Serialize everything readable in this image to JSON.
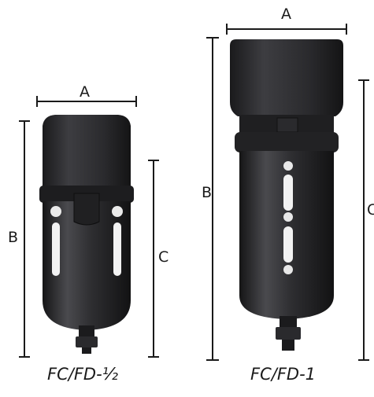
{
  "colors": {
    "body": "#2b2b2d",
    "body_light": "#4a4a4e",
    "body_dark": "#151516",
    "sight_glass": "#f2f2f2",
    "dimension_line": "#1a1a1a",
    "background": "#ffffff"
  },
  "products": [
    {
      "caption": "FC/FD-½",
      "dimensions": {
        "width": "A",
        "height_total": "B",
        "height_bowl": "C"
      }
    },
    {
      "caption": "FC/FD-1",
      "dimensions": {
        "width": "A",
        "height_total": "B",
        "height_bowl": "C"
      }
    }
  ]
}
